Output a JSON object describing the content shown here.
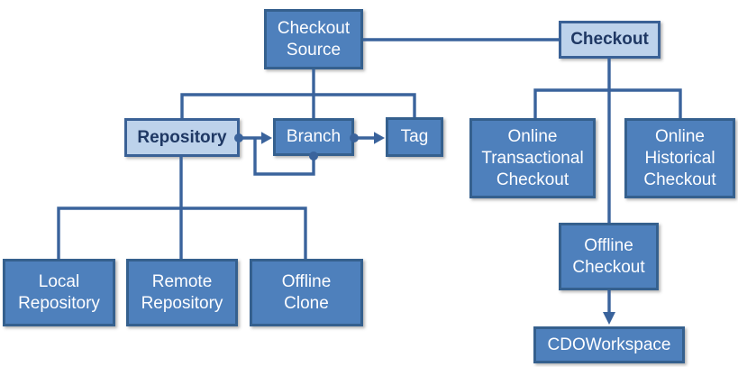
{
  "diagram": {
    "type": "class-relationship-diagram",
    "background": "#ffffff",
    "colors": {
      "node_fill": "#4e80bc",
      "node_border": "#35608e",
      "node_text": "#ffffff",
      "highlight_fill": "#bdd2eb",
      "highlight_border": "#3a6196",
      "highlight_text": "#1f3864",
      "connector": "#3a639c"
    },
    "nodes": [
      {
        "id": "checkout-source",
        "lines": [
          "Checkout",
          "Source"
        ],
        "style": "primary"
      },
      {
        "id": "checkout",
        "lines": [
          "Checkout"
        ],
        "style": "highlight"
      },
      {
        "id": "repository",
        "lines": [
          "Repository"
        ],
        "style": "highlight"
      },
      {
        "id": "branch",
        "lines": [
          "Branch"
        ],
        "style": "primary"
      },
      {
        "id": "tag",
        "lines": [
          "Tag"
        ],
        "style": "primary"
      },
      {
        "id": "online-transactional-checkout",
        "lines": [
          "Online",
          "Transactional",
          "Checkout"
        ],
        "style": "primary"
      },
      {
        "id": "online-historical-checkout",
        "lines": [
          "Online",
          "Historical",
          "Checkout"
        ],
        "style": "primary"
      },
      {
        "id": "offline-checkout",
        "lines": [
          "Offline",
          "Checkout"
        ],
        "style": "primary"
      },
      {
        "id": "local-repository",
        "lines": [
          "Local",
          "Repository"
        ],
        "style": "primary"
      },
      {
        "id": "remote-repository",
        "lines": [
          "Remote",
          "Repository"
        ],
        "style": "primary"
      },
      {
        "id": "offline-clone",
        "lines": [
          "Offline",
          "Clone"
        ],
        "style": "primary"
      },
      {
        "id": "cdo-workspace",
        "lines": [
          "CDOWorkspace"
        ],
        "style": "primary"
      }
    ],
    "edges": [
      {
        "from": "Checkout Source",
        "to": "Checkout",
        "type": "association"
      },
      {
        "from": "Checkout Source",
        "to": "Repository",
        "type": "tree-branch"
      },
      {
        "from": "Checkout Source",
        "to": "Branch",
        "type": "tree-branch"
      },
      {
        "from": "Checkout Source",
        "to": "Tag",
        "type": "tree-branch"
      },
      {
        "from": "Repository",
        "to": "Branch",
        "type": "aggregation-arrow"
      },
      {
        "from": "Branch",
        "to": "Branch",
        "type": "self-aggregation"
      },
      {
        "from": "Branch",
        "to": "Tag",
        "type": "aggregation-arrow"
      },
      {
        "from": "Repository",
        "to": "Local Repository",
        "type": "tree-branch"
      },
      {
        "from": "Repository",
        "to": "Remote Repository",
        "type": "tree-branch"
      },
      {
        "from": "Repository",
        "to": "Offline Clone",
        "type": "tree-branch"
      },
      {
        "from": "Checkout",
        "to": "Online Transactional Checkout",
        "type": "tree-branch"
      },
      {
        "from": "Checkout",
        "to": "Online Historical Checkout",
        "type": "tree-branch"
      },
      {
        "from": "Checkout",
        "to": "Offline Checkout",
        "type": "tree-branch"
      },
      {
        "from": "Offline Checkout",
        "to": "CDOWorkspace",
        "type": "directed-arrow"
      }
    ]
  }
}
